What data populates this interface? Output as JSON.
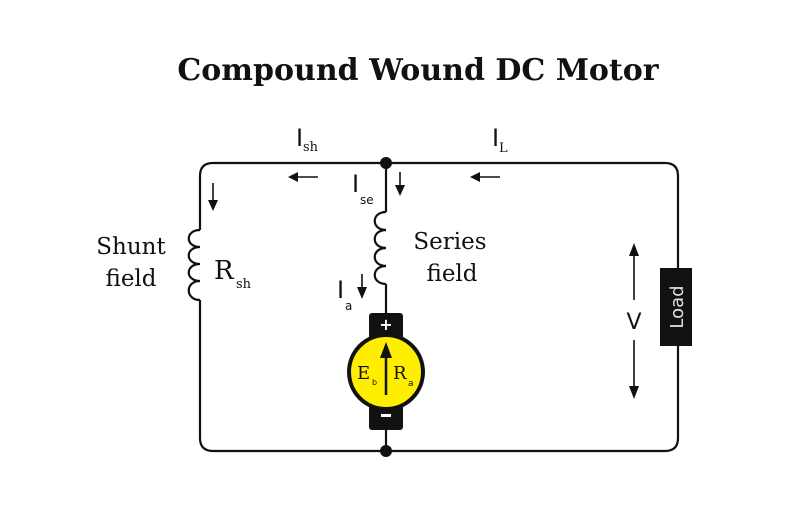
{
  "title": "Compound Wound DC Motor",
  "labels": {
    "shunt_current": {
      "main": "I",
      "sub": "sh"
    },
    "load_current": {
      "main": "I",
      "sub": "L"
    },
    "series_current": {
      "main": "I",
      "sub": "se"
    },
    "armature_current": {
      "main": "I",
      "sub": "a"
    },
    "shunt_field_line1": "Shunt",
    "shunt_field_line2": "field",
    "shunt_resistance": {
      "main": "R",
      "sub": "sh"
    },
    "series_field_line1": "Series",
    "series_field_line2": "field",
    "back_emf": {
      "main": "E",
      "sub": "b"
    },
    "armature_resistance": {
      "main": "R",
      "sub": "a"
    },
    "positive_terminal": "+",
    "negative_terminal": "-",
    "voltage": "V",
    "load": "Load"
  },
  "colors": {
    "motor_fill": "#ffee00",
    "wire": "#111111",
    "load_fill": "#111111",
    "load_text": "#e0e0e0"
  }
}
